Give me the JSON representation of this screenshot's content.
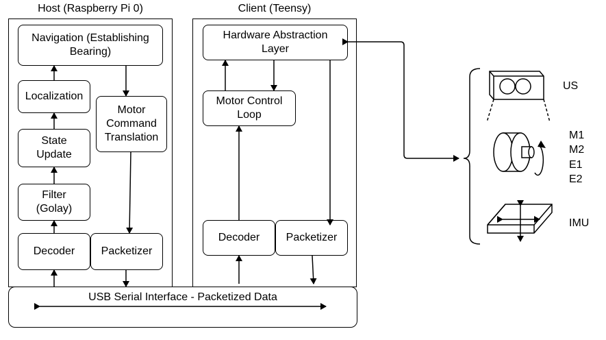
{
  "host": {
    "title": "Host (Raspberry Pi 0)",
    "navigation": [
      "Navigation (Establishing",
      "Bearing)"
    ],
    "localization": "Localization",
    "state_update": [
      "State",
      "Update"
    ],
    "filter": [
      "Filter",
      "(Golay)"
    ],
    "decoder": "Decoder",
    "motor_command": [
      "Motor",
      "Command",
      "Translation"
    ],
    "packetizer": "Packetizer"
  },
  "client": {
    "title": "Client (Teensy)",
    "hal": [
      "Hardware Abstraction",
      "Layer"
    ],
    "motor_control": [
      "Motor Control",
      "Loop"
    ],
    "decoder": "Decoder",
    "packetizer": "Packetizer"
  },
  "usb": {
    "label": "USB Serial Interface - Packetized Data"
  },
  "peripherals": {
    "us": "US",
    "motor": [
      "M1",
      "M2",
      "E1",
      "E2"
    ],
    "imu": "IMU"
  }
}
